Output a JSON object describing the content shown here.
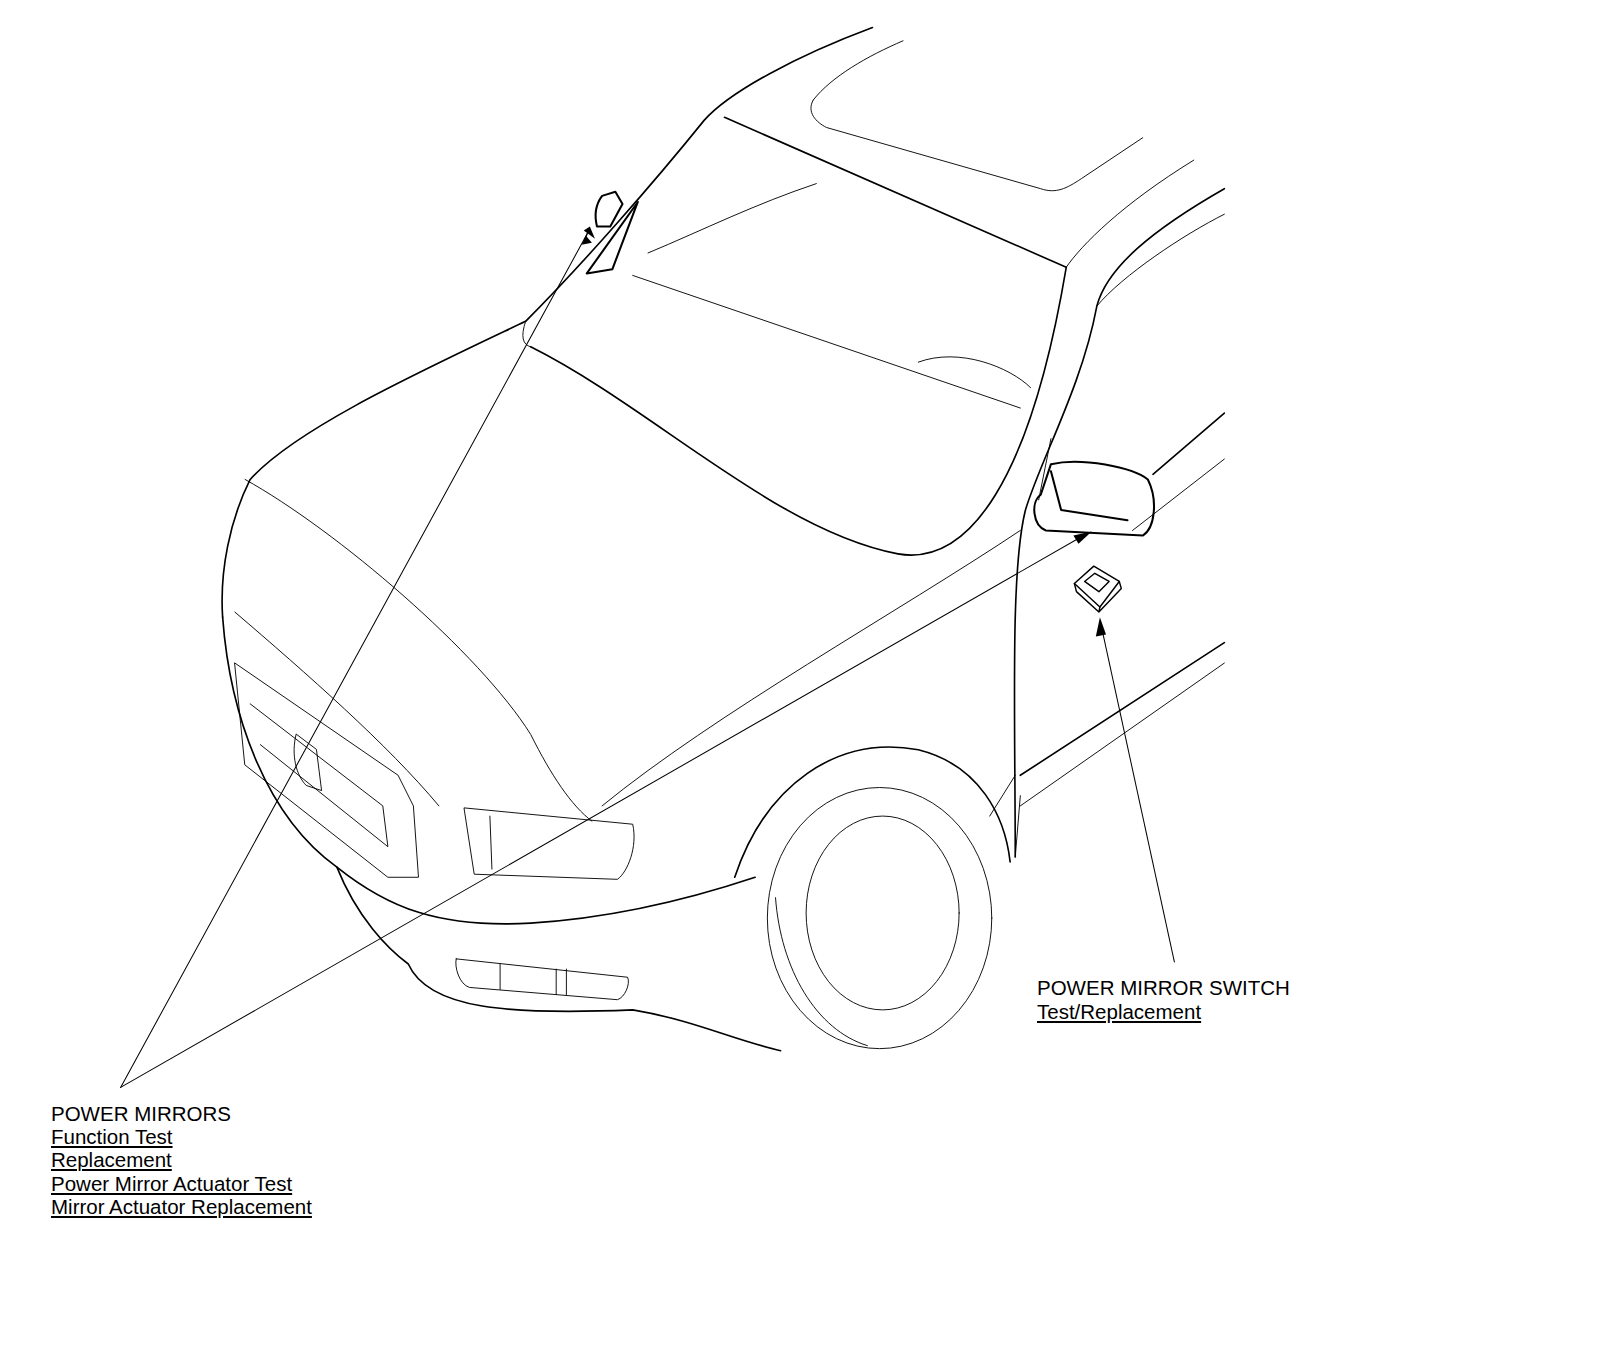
{
  "diagram": {
    "labels": [
      "POWER MIRRORS",
      "Function Test",
      "Replacement",
      "Power Mirror Actuator Test",
      "Mirror Actuator Replacement",
      "POWER MIRROR SWITCH",
      "Test/Replacement"
    ]
  }
}
